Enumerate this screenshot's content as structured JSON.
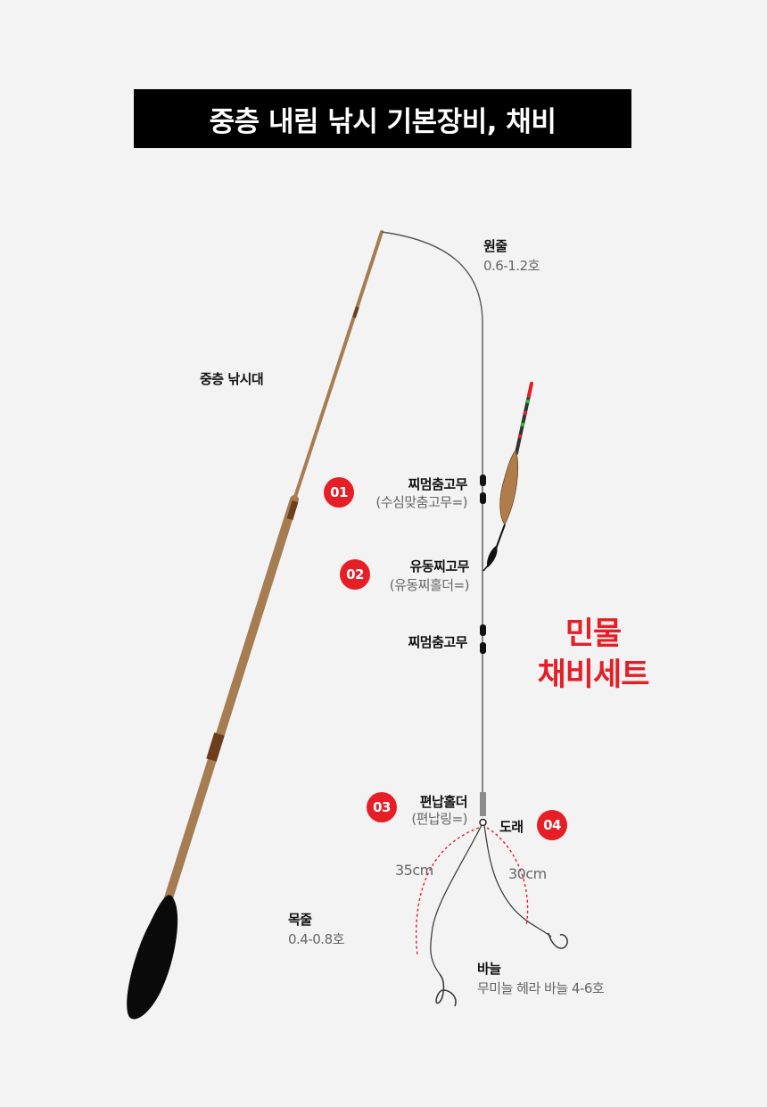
{
  "title": "중층 내림 낚시 기본장비, 채비",
  "rod": {
    "label": "중층 낚시대"
  },
  "mainline": {
    "name": "원줄",
    "spec": "0.6-1.2호"
  },
  "parts": [
    {
      "number": "01",
      "name": "찌멈춤고무",
      "alias": "(수심맞춤고무=)"
    },
    {
      "number": "02",
      "name": "유동찌고무",
      "alias": "(유동찌홀더=)"
    },
    {
      "number": "03",
      "name": "편납홀더",
      "alias": "(편납링=)"
    },
    {
      "number": "04",
      "name": "도래"
    }
  ],
  "lower_stopper": {
    "name": "찌멈춤고무"
  },
  "set_name": {
    "line1": "민물",
    "line2": "채비세트"
  },
  "tippet": {
    "name": "목줄",
    "spec": "0.4-0.8호"
  },
  "measures": {
    "left": "35cm",
    "right": "30cm"
  },
  "hook": {
    "name": "바늘",
    "spec": "무미늘 헤라 바늘 4-6호"
  },
  "colors": {
    "accent": "#e61e25",
    "rod": "#a67c52",
    "rod_band": "#6b3f1c",
    "banner": "#000000"
  }
}
